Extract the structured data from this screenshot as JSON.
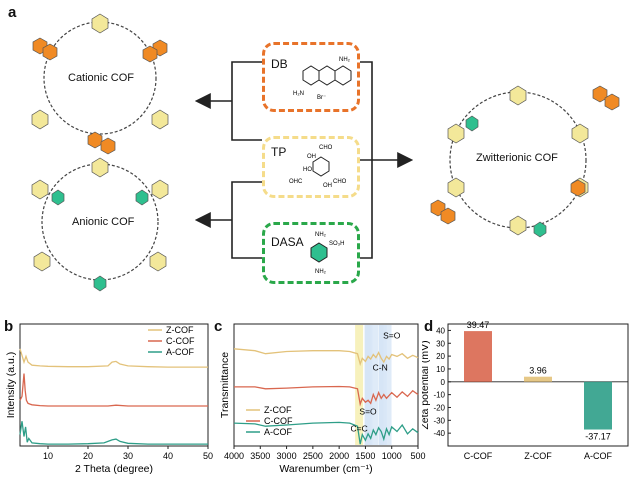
{
  "panel_a": {
    "letter": "a",
    "cationic_label": "Cationic COF",
    "anionic_label": "Anionic COF",
    "zwitterionic_label": "Zwitterionic COF",
    "monomers": [
      {
        "name": "DB",
        "color": "#e8732a"
      },
      {
        "name": "TP",
        "color": "#f5dc8a"
      },
      {
        "name": "DASA",
        "color": "#2aa84a"
      }
    ],
    "tp_groups": [
      "CHO",
      "OHC",
      "CHO",
      "OH",
      "HO",
      "OH"
    ],
    "db_groups": [
      "NH₂",
      "H₂N",
      "Br⁻"
    ],
    "dasa_groups": [
      "NH₂",
      "SO₃H",
      "NH₂"
    ],
    "colors": {
      "orange": "#f08a24",
      "yellow": "#f3e89a",
      "green": "#2fbf8f"
    }
  },
  "chart_data": [
    {
      "type": "line",
      "panel": "b",
      "title": "",
      "xlabel": "2 Theta (degree)",
      "ylabel": "Intensity (a.u.)",
      "xlim": [
        3,
        50
      ],
      "xticks": [
        10,
        20,
        30,
        40,
        50
      ],
      "legend_position": "top-right",
      "series": [
        {
          "name": "Z-COF",
          "color": "#e3c27a",
          "offset": 2.0,
          "x": [
            3,
            4,
            4.5,
            5,
            6,
            8,
            10,
            15,
            20,
            25,
            26,
            27,
            28,
            30,
            35,
            40,
            45,
            50
          ],
          "y": [
            0.55,
            0.2,
            0.35,
            0.2,
            0.12,
            0.1,
            0.09,
            0.08,
            0.08,
            0.1,
            0.2,
            0.22,
            0.15,
            0.1,
            0.08,
            0.07,
            0.07,
            0.07
          ]
        },
        {
          "name": "C-COF",
          "color": "#d9674f",
          "offset": 1.0,
          "x": [
            3,
            3.5,
            4.0,
            4.3,
            4.6,
            5,
            5.5,
            6,
            8,
            10,
            15,
            20,
            25,
            27,
            30,
            35,
            40,
            45,
            50
          ],
          "y": [
            0.2,
            0.3,
            0.9,
            0.45,
            0.2,
            0.12,
            0.1,
            0.08,
            0.06,
            0.05,
            0.05,
            0.05,
            0.05,
            0.07,
            0.05,
            0.05,
            0.05,
            0.05,
            0.05
          ]
        },
        {
          "name": "A-COF",
          "color": "#2e9e88",
          "offset": 0.0,
          "x": [
            3,
            3.5,
            4.0,
            4.4,
            4.8,
            5.2,
            6,
            8,
            10,
            15,
            20,
            24,
            26,
            27,
            28,
            30,
            35,
            40,
            45,
            50
          ],
          "y": [
            0.3,
            0.65,
            0.25,
            0.5,
            0.1,
            0.2,
            0.08,
            0.06,
            0.05,
            0.05,
            0.06,
            0.08,
            0.16,
            0.18,
            0.12,
            0.07,
            0.05,
            0.05,
            0.05,
            0.05
          ]
        }
      ]
    },
    {
      "type": "line",
      "panel": "c",
      "title": "",
      "xlabel": "Warenumber (cm⁻¹)",
      "ylabel": "Transmittance",
      "xlim": [
        4000,
        500
      ],
      "xticks": [
        4000,
        3500,
        3000,
        2500,
        2000,
        1500,
        1000,
        500
      ],
      "legend_position": "bottom-left",
      "bands": [
        1620,
        1440,
        1330,
        1170,
        1080
      ],
      "annotations": [
        "S=O",
        "C-N",
        "S=O",
        "C=C"
      ],
      "series": [
        {
          "name": "Z-COF",
          "color": "#e3c27a",
          "offset": 2.0,
          "x": [
            4000,
            3600,
            3400,
            3000,
            2500,
            2000,
            1800,
            1650,
            1600,
            1560,
            1500,
            1450,
            1400,
            1350,
            1300,
            1250,
            1200,
            1150,
            1100,
            1050,
            1000,
            900,
            800,
            700,
            600,
            500
          ],
          "y": [
            0.55,
            0.5,
            0.42,
            0.48,
            0.5,
            0.5,
            0.48,
            0.42,
            0.15,
            0.3,
            0.22,
            0.35,
            0.28,
            0.4,
            0.32,
            0.45,
            0.3,
            0.2,
            0.35,
            0.28,
            0.4,
            0.35,
            0.42,
            0.3,
            0.38,
            0.32
          ]
        },
        {
          "name": "C-COF",
          "color": "#d9674f",
          "offset": 1.0,
          "x": [
            4000,
            3600,
            3400,
            3000,
            2500,
            2000,
            1800,
            1650,
            1600,
            1560,
            1500,
            1450,
            1400,
            1350,
            1300,
            1250,
            1200,
            1150,
            1100,
            1000,
            900,
            800,
            700,
            600,
            500
          ],
          "y": [
            0.55,
            0.55,
            0.5,
            0.52,
            0.55,
            0.56,
            0.55,
            0.5,
            0.1,
            0.25,
            0.15,
            0.2,
            0.12,
            0.35,
            0.2,
            0.4,
            0.25,
            0.35,
            0.25,
            0.4,
            0.28,
            0.42,
            0.3,
            0.45,
            0.35
          ]
        },
        {
          "name": "A-COF",
          "color": "#2e9e88",
          "offset": 0.0,
          "x": [
            4000,
            3600,
            3400,
            3000,
            2500,
            2000,
            1800,
            1650,
            1600,
            1560,
            1500,
            1450,
            1400,
            1350,
            1300,
            1250,
            1200,
            1150,
            1100,
            1050,
            1000,
            900,
            800,
            700,
            600,
            500
          ],
          "y": [
            0.6,
            0.58,
            0.52,
            0.55,
            0.6,
            0.62,
            0.6,
            0.52,
            0.05,
            0.3,
            0.15,
            0.32,
            0.2,
            0.42,
            0.3,
            0.48,
            0.38,
            0.18,
            0.45,
            0.3,
            0.5,
            0.38,
            0.55,
            0.32,
            0.45,
            0.35
          ]
        }
      ]
    },
    {
      "type": "bar",
      "panel": "d",
      "title": "",
      "xlabel": "",
      "ylabel": "Zeta potential (mV)",
      "categories": [
        "C-COF",
        "Z-COF",
        "A-COF"
      ],
      "values": [
        39.47,
        3.96,
        -37.17
      ],
      "value_labels": [
        "39.47",
        "3.96",
        "-37.17"
      ],
      "colors": [
        "#d9674f",
        "#e3c27a",
        "#2e9e88"
      ],
      "ylim": [
        -50,
        45
      ],
      "yticks": [
        40,
        30,
        20,
        10,
        0,
        -10,
        -20,
        -30,
        -40
      ]
    }
  ]
}
